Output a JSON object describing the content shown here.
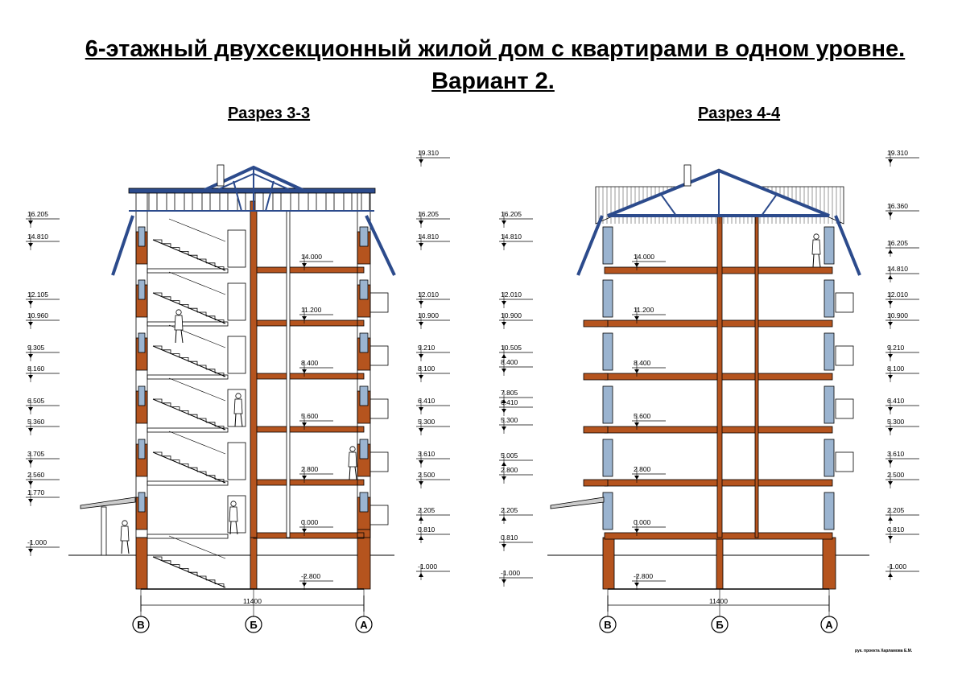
{
  "title_line1": "6-этажный двухсекционный жилой дом с квартирами в одном уровне.",
  "title_line2": "Вариант 2.",
  "section_left": "Разрез 3-3",
  "section_right": "Разрез 4-4",
  "dimension": "11400",
  "axes": [
    "В",
    "Б",
    "А"
  ],
  "credit": "рук. проекта  Харламова Е.М.",
  "colors": {
    "wall": "#b5541e",
    "roof": "#2c4b8c",
    "line": "#000000",
    "glass": "#9bb4d0"
  },
  "left_section": {
    "outer_left_levels": [
      "16.205",
      "14.810",
      "12.105",
      "10.960",
      "9.305",
      "8.160",
      "6.505",
      "5.360",
      "3.705",
      "2.560",
      "1.770",
      "-1.000"
    ],
    "inner_levels": [
      "14.000",
      "11.200",
      "8.400",
      "5.600",
      "2.800",
      "0.000",
      "-2.800"
    ],
    "outer_right_levels": [
      "19.310",
      "16.205",
      "14.810",
      "12.010",
      "10.900",
      "9.210",
      "8.100",
      "6.410",
      "5.300",
      "3.610",
      "2.500",
      "2.205",
      "0.810",
      "-1.000"
    ]
  },
  "right_section": {
    "outer_left_levels": [
      "16.205",
      "14.810",
      "12.010",
      "10.900",
      "10.505",
      "8.400",
      "7.805",
      "6.410",
      "5.300",
      "5.005",
      "2.800",
      "2.205",
      "0.810",
      "-1.000"
    ],
    "inner_levels": [
      "14.000",
      "11.200",
      "8.400",
      "5.600",
      "2.800",
      "0.000",
      "-2.800"
    ],
    "outer_right_levels": [
      "19.310",
      "16.360",
      "16.205",
      "14.810",
      "12.010",
      "10.900",
      "9.210",
      "8.100",
      "6.410",
      "5.300",
      "3.610",
      "2.500",
      "2.205",
      "0.810",
      "-1.000"
    ]
  }
}
